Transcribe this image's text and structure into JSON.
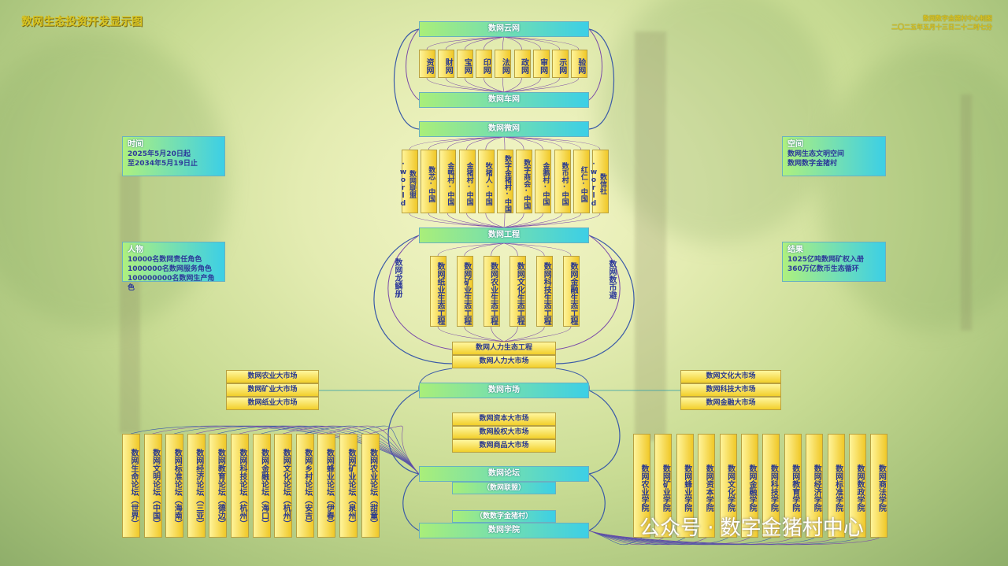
{
  "header": {
    "title": "数网生态投资开发显示图",
    "org": "数网数字金猪村中心制图",
    "date": "二〇二五年五月十三日二十二时七分"
  },
  "cloud": {
    "top": "数网云网",
    "nets": [
      "资网",
      "财网",
      "宝网",
      "印网",
      "法网",
      "政网",
      "审网",
      "示网",
      "验网"
    ],
    "end": "数网车网"
  },
  "weiwang": {
    "title": "数网微网",
    "items": [
      "数网联盟·world",
      "数芯·中国",
      "金鸭村·中国",
      "金猪村·中国",
      "牧猪人·中国",
      "数字金猪村·中国",
      "数字商会·中国",
      "金鹅村·中国",
      "数币村·中国",
      "红仁·中国",
      "数信社·world"
    ]
  },
  "gongcheng": {
    "title": "数网工程",
    "left_label": "数网龙鳞册",
    "right_label": "数网数币避",
    "items": [
      "数网纸业生态工程",
      "数网矿业生态工程",
      "数网农业生态工程",
      "数网文化生态工程",
      "数网科技生态工程",
      "数网金融生态工程"
    ]
  },
  "renli": {
    "eco": "数网人力生态工程",
    "market": "数网人力大市场"
  },
  "market": {
    "title": "数网市场",
    "left": [
      "数网农业大市场",
      "数网矿业大市场",
      "数网纸业大市场"
    ],
    "right": [
      "数网文化大市场",
      "数网科技大市场",
      "数网金融大市场"
    ],
    "center": [
      "数网资本大市场",
      "数网股权大市场",
      "数网商品大市场"
    ]
  },
  "forum": {
    "title": "数网论坛",
    "sub": "（数网联盟）",
    "items": [
      "数网生命论坛（世界）",
      "数网文明论坛（中国）",
      "数网标准论坛（海南）",
      "数网经济论坛（三亚）",
      "数网教育论坛（德边）",
      "数网科技论坛（杭州）",
      "数网金融论坛（海口）",
      "数网文化论坛（杭州）",
      "数网乡村论坛（安吉）",
      "数网蜂业论坛（伊春）",
      "数网矿业论坛（泉州）",
      "数网农业论坛（甜童）"
    ]
  },
  "academy": {
    "sub": "（数数字金猪村）",
    "title": "数网学院",
    "items": [
      "数网农业学院",
      "数网矿业学院",
      "数网蜂业学院",
      "数网资本学院",
      "数网文化学院",
      "数网金融学院",
      "数网科技学院",
      "数网教育学院",
      "数网经济学院",
      "数网标准学院",
      "数网数政学院",
      "数网商法学院"
    ]
  },
  "info": {
    "time": {
      "title": "时间",
      "lines": [
        "2025年5月20日起",
        "至2034年5月19日止"
      ]
    },
    "people": {
      "title": "人物",
      "lines": [
        "10000名数网责任角色",
        "1000000名数网服务角色",
        "100000000名数网生产角色"
      ]
    },
    "space": {
      "title": "空间",
      "lines": [
        "数网生态文明空间",
        "数网数字金猪村"
      ]
    },
    "result": {
      "title": "结果",
      "lines": [
        "1025亿吨数网矿权入册",
        "360万亿数币生态循环"
      ]
    }
  },
  "watermark": "公众号 · 数字金猪村中心",
  "colors": {
    "bar_start": "#a9ee7a",
    "bar_end": "#3ccfe6",
    "cell_top": "#fff49a",
    "cell_bottom": "#f0c828",
    "text_blue": "#2a3a90",
    "title_gold": "#d8c422"
  }
}
